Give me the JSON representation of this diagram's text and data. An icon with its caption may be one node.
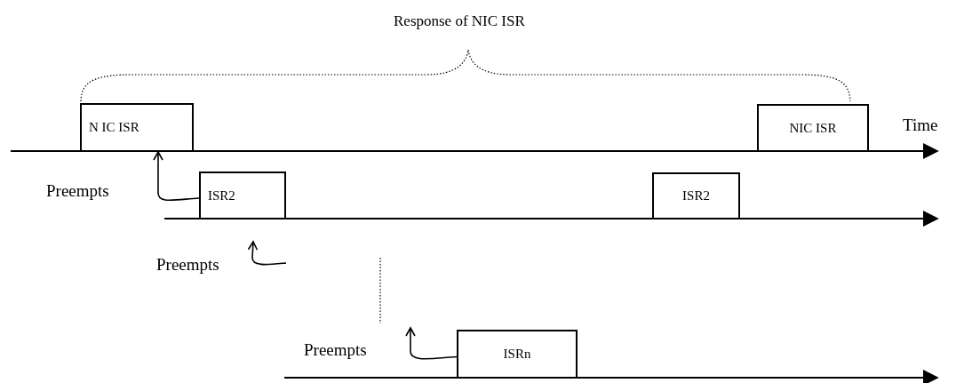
{
  "diagram": {
    "title": "Response of NIC ISR",
    "nodes": [
      {
        "text": [
          "N IC ISR"
        ]
      },
      {
        "text": [
          "NIC ISR"
        ]
      },
      {
        "text": [
          "ISR2"
        ]
      },
      {
        "text": [
          "ISR2"
        ]
      },
      {
        "text": [
          "ISRn"
        ]
      }
    ],
    "edges": [
      {
        "from": 2,
        "to": 0,
        "arrow": "to"
      },
      {
        "from": 4,
        "to": null,
        "arrow": "to"
      }
    ],
    "labels": [
      "Time",
      "Preempts",
      "Preempts",
      "Preempts"
    ]
  }
}
